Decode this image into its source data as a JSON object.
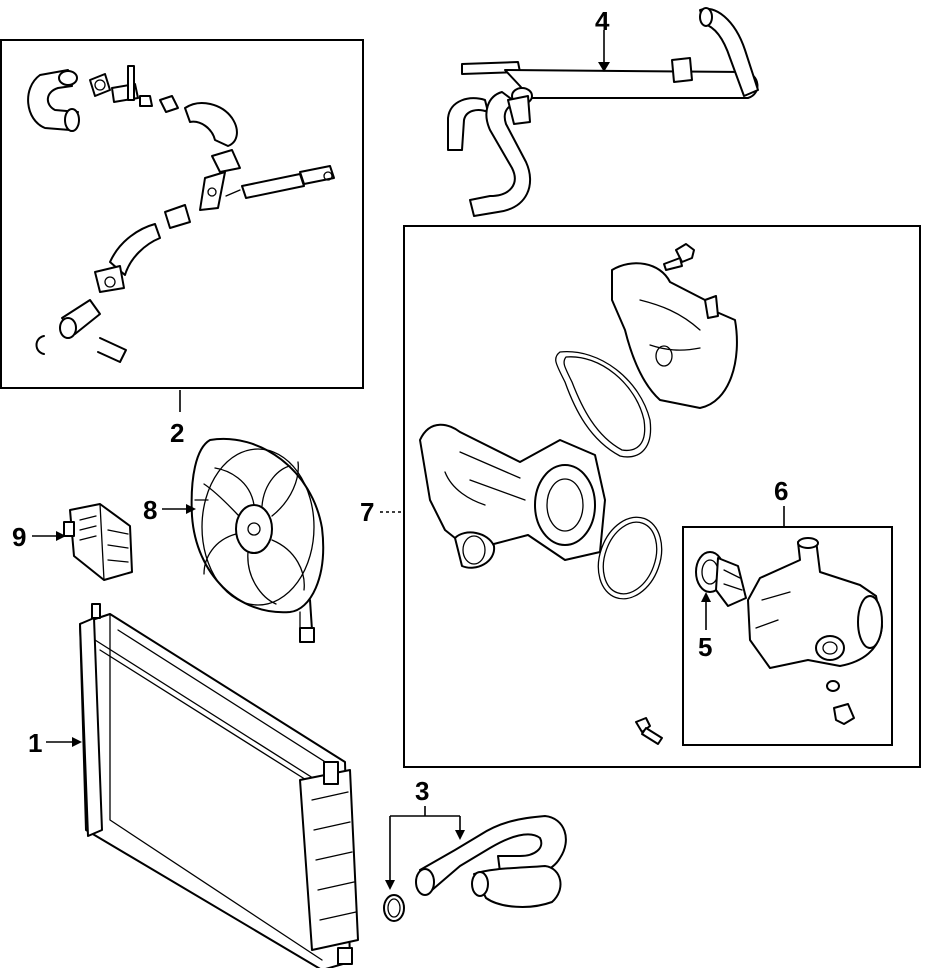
{
  "callouts": {
    "c1": "1",
    "c2": "2",
    "c3": "3",
    "c4": "4",
    "c5": "5",
    "c6": "6",
    "c7": "7",
    "c8": "8",
    "c9": "9"
  },
  "parts": [
    {
      "number": "1",
      "icon": "radiator-icon"
    },
    {
      "number": "2",
      "icon": "hose-assembly-icon"
    },
    {
      "number": "3",
      "icon": "radiator-hose-icon"
    },
    {
      "number": "4",
      "icon": "coolant-pipe-icon"
    },
    {
      "number": "5",
      "icon": "thermostat-icon"
    },
    {
      "number": "6",
      "icon": "thermostat-housing-icon"
    },
    {
      "number": "7",
      "icon": "water-pump-icon"
    },
    {
      "number": "8",
      "icon": "cooling-fan-icon"
    },
    {
      "number": "9",
      "icon": "resistor-icon"
    }
  ],
  "colors": {
    "line": "#000000",
    "background": "#ffffff"
  }
}
